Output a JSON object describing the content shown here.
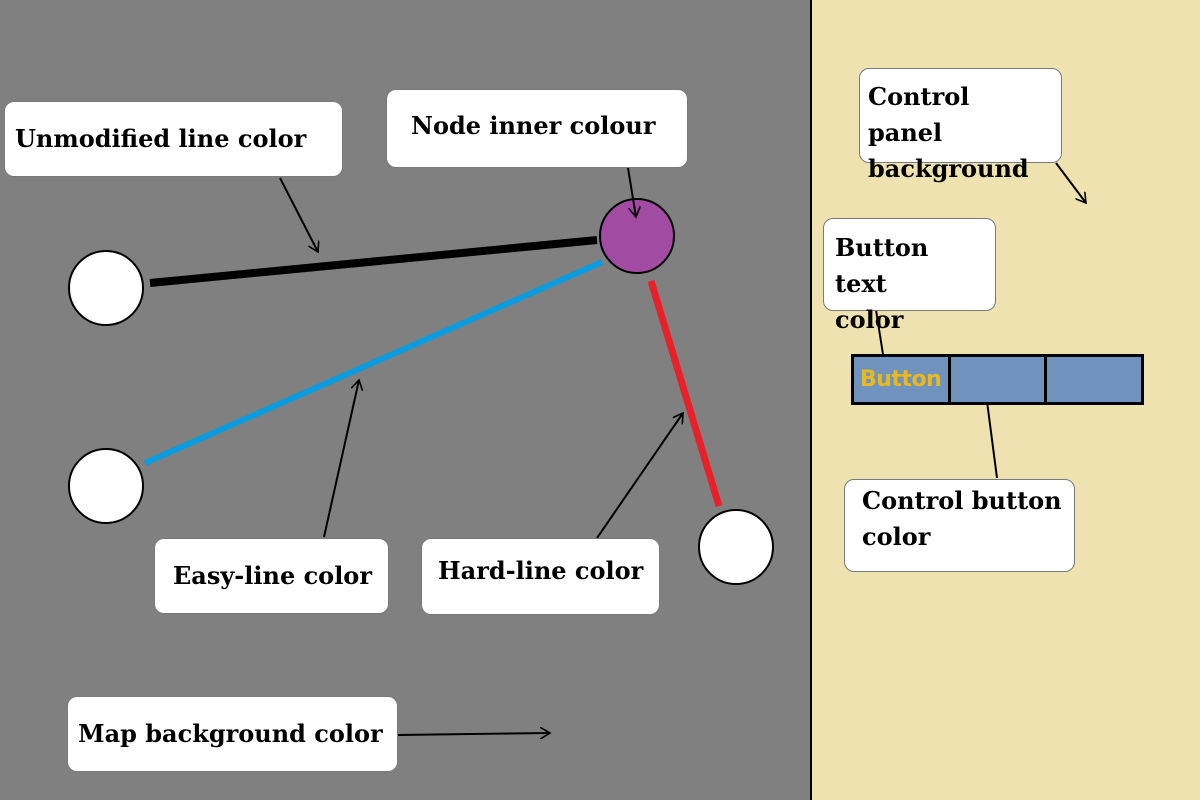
{
  "colors": {
    "map_background": "#808080",
    "control_panel_background": "#efe2b1",
    "unmodified_line": "#000000",
    "easy_line": "#0b9ce0",
    "hard_line": "#e8202a",
    "node_inner": "#a14ba2",
    "node_default": "#ffffff",
    "control_button": "#6f93bd",
    "button_text": "#e8b923"
  },
  "labels": {
    "unmodified_line": "Unmodified line color",
    "node_inner": "Node inner colour",
    "easy_line": "Easy-line color",
    "hard_line": "Hard-line color",
    "map_background": "Map background color",
    "control_panel_background": "Control panel\nbackground",
    "button_text": "Button text\ncolor",
    "control_button": "Control button\ncolor"
  },
  "control_buttons": [
    {
      "label": "Button"
    },
    {
      "label": ""
    },
    {
      "label": ""
    }
  ]
}
